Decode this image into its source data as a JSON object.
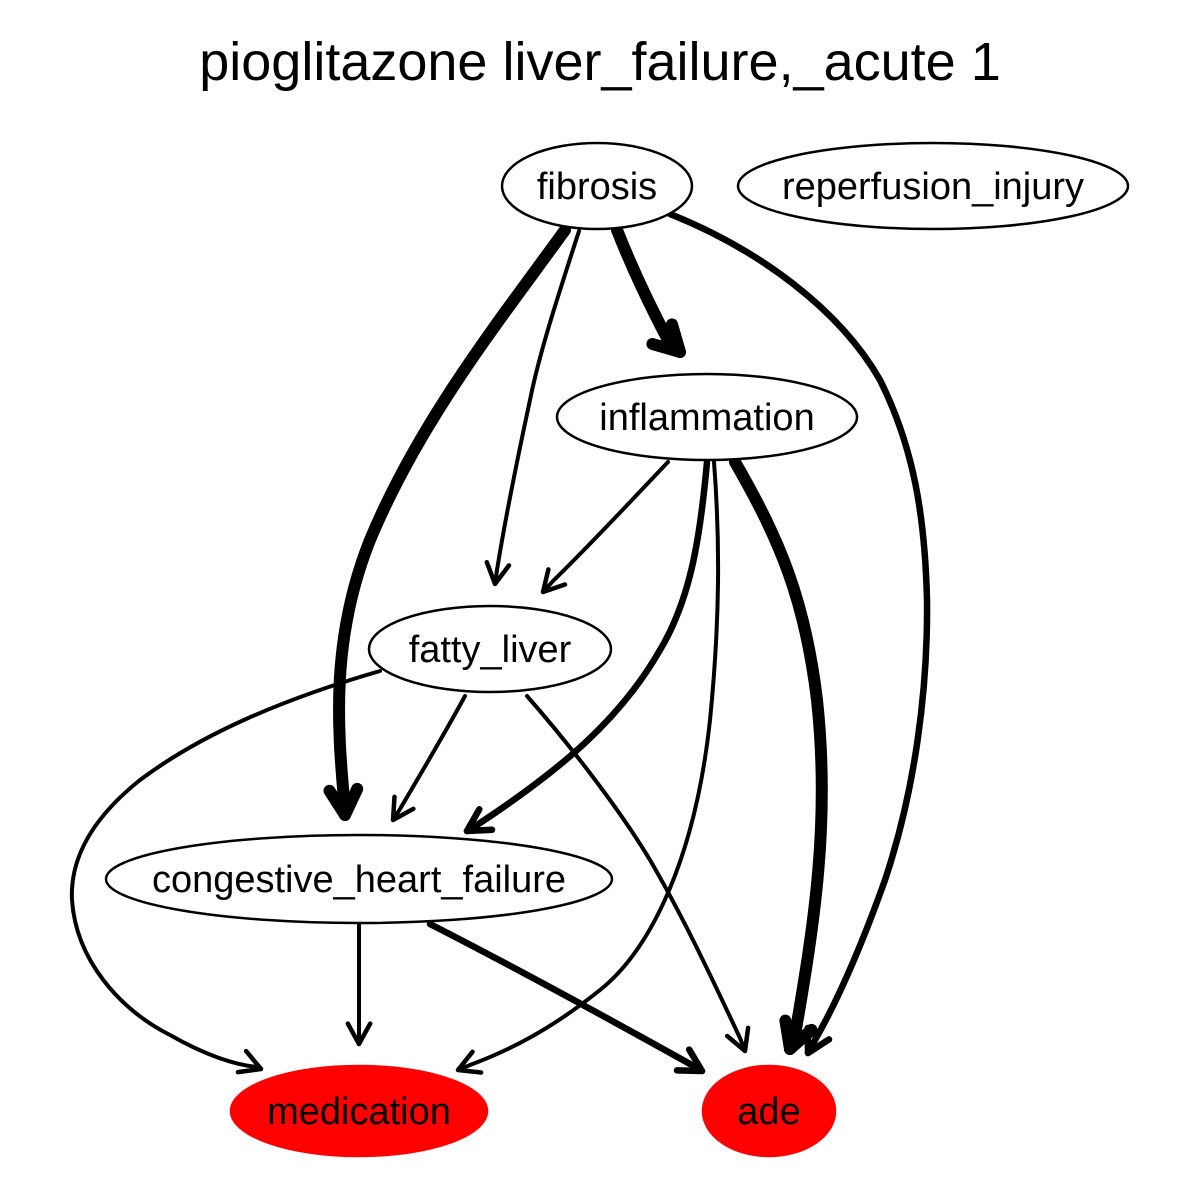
{
  "title": "pioglitazone liver_failure,_acute 1",
  "colors": {
    "highlight": "#ff0000",
    "line": "#000000",
    "background": "#ffffff"
  },
  "nodes": [
    {
      "id": "fibrosis",
      "label": "fibrosis",
      "highlight": false
    },
    {
      "id": "reperfusion_injury",
      "label": "reperfusion_injury",
      "highlight": false
    },
    {
      "id": "inflammation",
      "label": "inflammation",
      "highlight": false
    },
    {
      "id": "fatty_liver",
      "label": "fatty_liver",
      "highlight": false
    },
    {
      "id": "congestive_heart_failure",
      "label": "congestive_heart_failure",
      "highlight": false
    },
    {
      "id": "medication",
      "label": "medication",
      "highlight": true
    },
    {
      "id": "ade",
      "label": "ade",
      "highlight": true
    }
  ],
  "edges": [
    {
      "from": "fibrosis",
      "to": "inflammation",
      "weight": "heavy"
    },
    {
      "from": "fibrosis",
      "to": "congestive_heart_failure",
      "weight": "heavy"
    },
    {
      "from": "fibrosis",
      "to": "fatty_liver",
      "weight": "light"
    },
    {
      "from": "fibrosis",
      "to": "ade",
      "weight": "medium"
    },
    {
      "from": "inflammation",
      "to": "fatty_liver",
      "weight": "light"
    },
    {
      "from": "inflammation",
      "to": "congestive_heart_failure",
      "weight": "medium"
    },
    {
      "from": "inflammation",
      "to": "medication",
      "weight": "light"
    },
    {
      "from": "inflammation",
      "to": "ade",
      "weight": "heavy"
    },
    {
      "from": "fatty_liver",
      "to": "congestive_heart_failure",
      "weight": "light"
    },
    {
      "from": "fatty_liver",
      "to": "medication",
      "weight": "light"
    },
    {
      "from": "fatty_liver",
      "to": "ade",
      "weight": "light"
    },
    {
      "from": "congestive_heart_failure",
      "to": "medication",
      "weight": "light"
    },
    {
      "from": "congestive_heart_failure",
      "to": "ade",
      "weight": "medium"
    }
  ]
}
